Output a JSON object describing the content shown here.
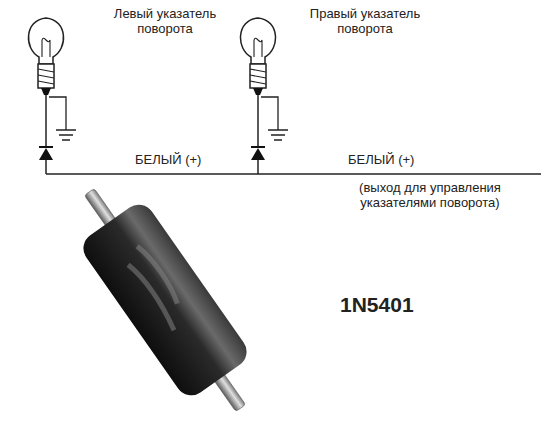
{
  "diagram": {
    "labels": [
      "Левый указатель поворота",
      "Правый указатель поворота",
      "БЕЛЫЙ (+)",
      "БЕЛЫЙ (+)",
      "(выход для управления указателями поворота)",
      "1N5401"
    ]
  }
}
